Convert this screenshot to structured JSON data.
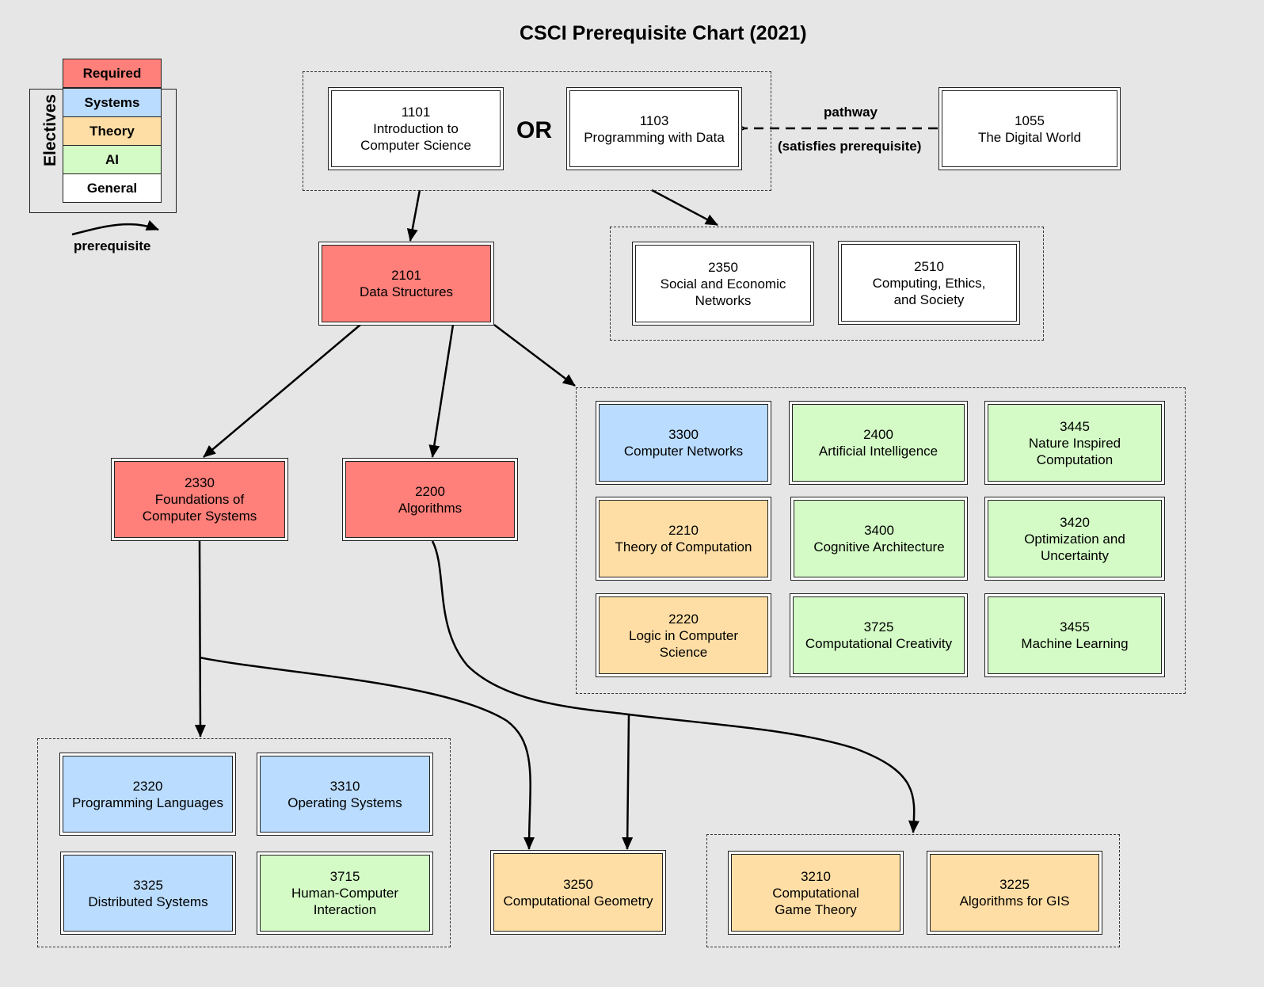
{
  "title": "CSCI Prerequisite Chart (2021)",
  "colors": {
    "required": "#ff7f7a",
    "systems": "#badcff",
    "theory": "#ffdea5",
    "ai": "#d4fbc6",
    "general": "#ffffff",
    "background": "#e6e6e6"
  },
  "legend": {
    "electives_label": "Electives",
    "categories": [
      {
        "key": "required",
        "label": "Required"
      },
      {
        "key": "systems",
        "label": "Systems"
      },
      {
        "key": "theory",
        "label": "Theory"
      },
      {
        "key": "ai",
        "label": "AI"
      },
      {
        "key": "general",
        "label": "General"
      }
    ],
    "edge_label": "prerequisite"
  },
  "or_label": "OR",
  "pathway": {
    "label_top": "pathway",
    "label_bottom": "(satisfies prerequisite)",
    "from": "1055",
    "to": "1103"
  },
  "courses": {
    "c1101": {
      "code": "1101",
      "name": "Introduction to Computer Science",
      "category": "general"
    },
    "c1103": {
      "code": "1103",
      "name": "Programming with Data",
      "category": "general"
    },
    "c1055": {
      "code": "1055",
      "name": "The Digital World",
      "category": "general"
    },
    "c2101": {
      "code": "2101",
      "name": "Data Structures",
      "category": "required"
    },
    "c2350": {
      "code": "2350",
      "name": "Social and Economic Networks",
      "category": "general"
    },
    "c2510": {
      "code": "2510",
      "name": "Computing, Ethics, and Society",
      "category": "general"
    },
    "c2330": {
      "code": "2330",
      "name": "Foundations of Computer Systems",
      "category": "required"
    },
    "c2200": {
      "code": "2200",
      "name": "Algorithms",
      "category": "required"
    },
    "c3300": {
      "code": "3300",
      "name": "Computer Networks",
      "category": "systems"
    },
    "c2400": {
      "code": "2400",
      "name": "Artificial Intelligence",
      "category": "ai"
    },
    "c3445": {
      "code": "3445",
      "name": "Nature Inspired Computation",
      "category": "ai"
    },
    "c2210": {
      "code": "2210",
      "name": "Theory of Computation",
      "category": "theory"
    },
    "c3400": {
      "code": "3400",
      "name": "Cognitive Architecture",
      "category": "ai"
    },
    "c3420": {
      "code": "3420",
      "name": "Optimization and Uncertainty",
      "category": "ai"
    },
    "c2220": {
      "code": "2220",
      "name": "Logic in Computer Science",
      "category": "theory"
    },
    "c3725": {
      "code": "3725",
      "name": "Computational Creativity",
      "category": "ai"
    },
    "c3455": {
      "code": "3455",
      "name": "Machine Learning",
      "category": "ai"
    },
    "c2320": {
      "code": "2320",
      "name": "Programming Languages",
      "category": "systems"
    },
    "c3310": {
      "code": "3310",
      "name": "Operating Systems",
      "category": "systems"
    },
    "c3325": {
      "code": "3325",
      "name": "Distributed Systems",
      "category": "systems"
    },
    "c3715": {
      "code": "3715",
      "name": "Human-Computer Interaction",
      "category": "ai"
    },
    "c3250": {
      "code": "3250",
      "name": "Computational Geometry",
      "category": "theory"
    },
    "c3210": {
      "code": "3210",
      "name": "Computational Game Theory",
      "category": "theory"
    },
    "c3225": {
      "code": "3225",
      "name": "Algorithms for GIS",
      "category": "theory"
    }
  },
  "groups": {
    "intro": [
      "1101",
      "1103"
    ],
    "intro_electives": [
      "2350",
      "2510"
    ],
    "ds_electives": [
      "3300",
      "2400",
      "3445",
      "2210",
      "3400",
      "3420",
      "2220",
      "3725",
      "3455"
    ],
    "systems_electives": [
      "2320",
      "3310",
      "3325",
      "3715"
    ],
    "algo_electives": [
      "3210",
      "3225"
    ]
  },
  "edges": [
    {
      "from": "intro",
      "to": "2101",
      "type": "prerequisite"
    },
    {
      "from": "intro",
      "to": "intro_electives",
      "type": "prerequisite"
    },
    {
      "from": "2101",
      "to": "2330",
      "type": "prerequisite"
    },
    {
      "from": "2101",
      "to": "2200",
      "type": "prerequisite"
    },
    {
      "from": "2101",
      "to": "ds_electives",
      "type": "prerequisite"
    },
    {
      "from": "2330",
      "to": "systems_electives",
      "type": "prerequisite"
    },
    {
      "from": "2330",
      "to": "3250",
      "type": "prerequisite"
    },
    {
      "from": "2200",
      "to": "3250",
      "type": "prerequisite"
    },
    {
      "from": "2200",
      "to": "algo_electives",
      "type": "prerequisite"
    },
    {
      "from": "1055",
      "to": "1103",
      "type": "pathway"
    }
  ]
}
